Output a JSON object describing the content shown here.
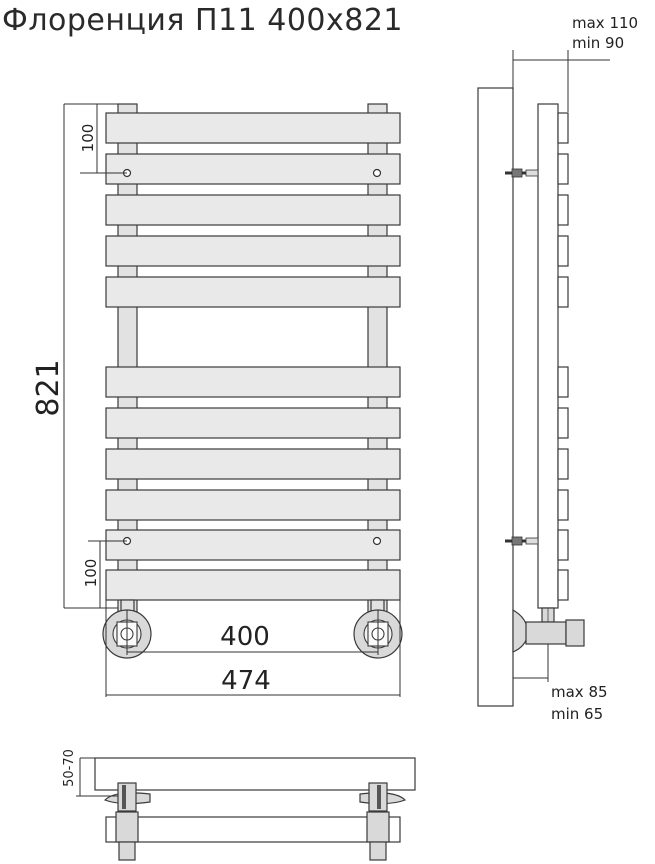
{
  "title": "Флоренция П11 400х821",
  "front_view": {
    "height_label": "821",
    "top_spacing_label": "100",
    "bottom_spacing_label": "100",
    "center_distance_label": "400",
    "overall_width_label": "474"
  },
  "side_view": {
    "wall_max_label": "max 110",
    "wall_min_label": "min 90",
    "outlet_max_label": "max 85",
    "outlet_min_label": "min 65"
  },
  "bottom_view": {
    "depth_label": "50-70"
  }
}
